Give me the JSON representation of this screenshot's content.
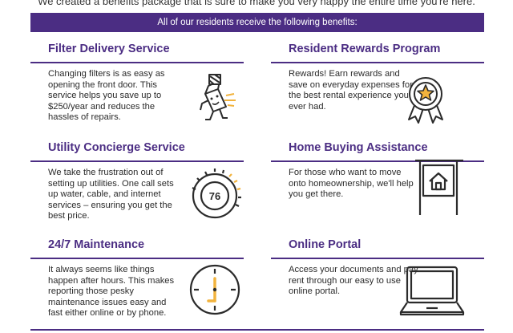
{
  "intro_text": "We created a benefits package that is sure to make you very happy the entire time you're here.",
  "banner_text": "All of our residents receive the following benefits:",
  "colors": {
    "accent": "#4b2d83",
    "highlight": "#f2b33d"
  },
  "benefits": [
    {
      "title": "Filter Delivery Service",
      "body": "Changing filters is as easy as opening the front door. This service helps you save up to $250/year and reduces the hassles of repairs.",
      "icon": "filter-delivery-box-icon"
    },
    {
      "title": "Resident Rewards Program",
      "body": "Rewards! Earn rewards and save on everyday expenses for the best rental experience you've ever had.",
      "icon": "award-ribbon-star-icon"
    },
    {
      "title": "Utility Concierge Service",
      "body": "We take the frustration out of setting up utilities. One call sets up water, cable, and internet services – ensuring you get the best price.",
      "icon": "thermostat-icon",
      "icon_text": "76"
    },
    {
      "title": "Home Buying Assistance",
      "body": "For those who want to move onto homeownership, we'll help you get there.",
      "icon": "house-sign-icon"
    },
    {
      "title": "24/7 Maintenance",
      "body": "It always seems like things happen after hours. This makes reporting those pesky maintenance issues easy and fast either online or by phone.",
      "icon": "clock-icon"
    },
    {
      "title": "Online Portal",
      "body": "Access your documents and pay rent through our easy to use online portal.",
      "icon": "laptop-icon"
    }
  ]
}
